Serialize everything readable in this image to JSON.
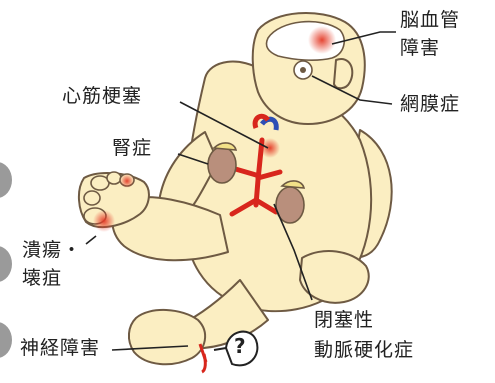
{
  "labels": {
    "cerebrovascular_1": "脳血管",
    "cerebrovascular_2": "障害",
    "retinopathy": "網膜症",
    "myocardial_infarction": "心筋梗塞",
    "nephropathy": "腎症",
    "ulcer_1": "潰瘍・",
    "ulcer_2": "壊疽",
    "neuropathy": "神経障害",
    "pad_1": "閉塞性",
    "pad_2": "動脈硬化症",
    "question_mark": "?"
  },
  "colors": {
    "skin": "#fbeec2",
    "outline": "#6e5a43",
    "artery": "#d8261c",
    "vein": "#2d4fb5",
    "kidney": "#b98f7c",
    "redspot": "#e43b27",
    "leader": "#222222"
  }
}
